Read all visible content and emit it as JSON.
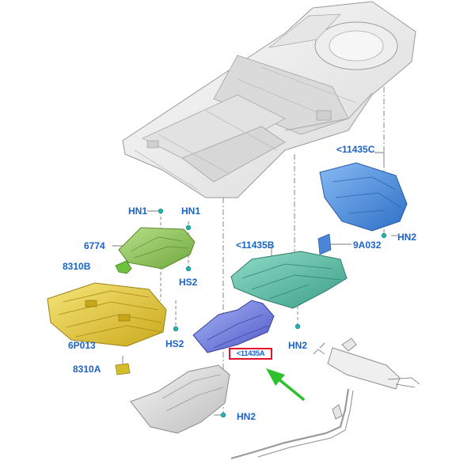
{
  "labels": {
    "hn1_left": "HN1",
    "hn1_right": "HN1",
    "p6774": "6774",
    "p8310b": "8310B",
    "hs2_upper": "HS2",
    "p6p013": "6P013",
    "hs2_lower": "HS2",
    "p8310a": "8310A",
    "p11435b": "<11435B",
    "p11435c": "<11435C",
    "p9a032": "9A032",
    "hn2_right": "HN2",
    "hn2_center": "HN2",
    "hn2_bottom": "HN2",
    "highlighted_part": "<11435A"
  },
  "colors": {
    "label": "#1a63c9",
    "highlight_box": "#e2102b",
    "arrow": "#2ec12e",
    "shield_yellow": "#e9d23c",
    "shield_green": "#96c85a",
    "shield_teal": "#5cbfa6",
    "shield_blue": "#4a8fe0",
    "shield_purple": "#6b7be0",
    "floor_pan": "#e9e9e9",
    "fastener": "#1fb8b0"
  },
  "icons": [
    "floor-pan-illustration",
    "exhaust-system-illustration",
    "pointer-arrow"
  ]
}
